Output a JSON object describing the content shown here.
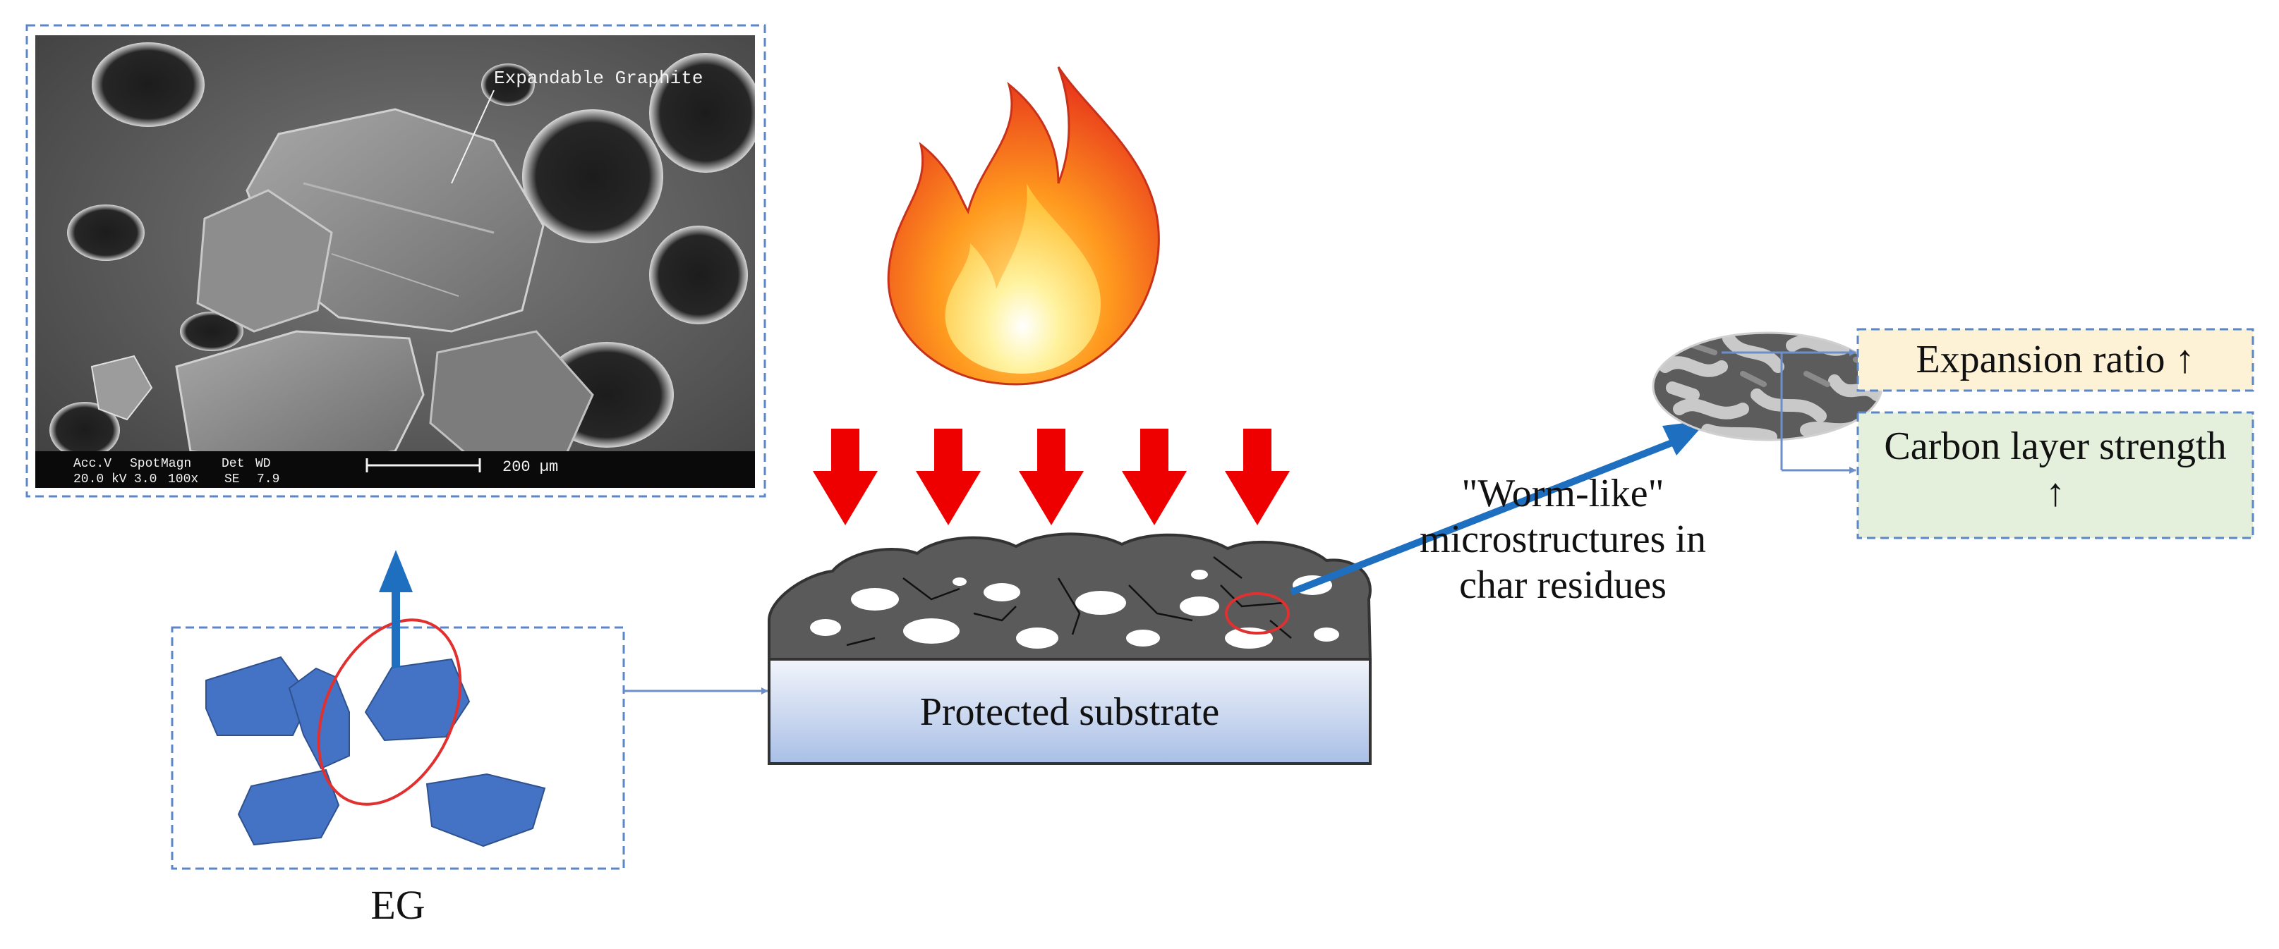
{
  "sem_image": {
    "annotation": "Expandable Graphite",
    "info_row1": [
      "Acc.V",
      "Spot",
      "Magn",
      "Det",
      "WD"
    ],
    "info_row2": [
      "20.0 kV",
      "3.0",
      "100x",
      "SE",
      "7.9"
    ],
    "scale_bar": "200 µm"
  },
  "eg_label": "EG",
  "substrate_label": "Protected substrate",
  "char_label": "\"Worm-like\" microstructures in char residues",
  "char_label_lines": [
    "\"Worm-like\"",
    "microstructures in",
    "char residues"
  ],
  "outcomes": [
    {
      "text": "Expansion ratio ↑",
      "fill": "#fdf2d6"
    },
    {
      "text": "Carbon layer strength ↑",
      "fill": "#e4f0dc"
    }
  ],
  "colors": {
    "dashed_border": "#5b86c8",
    "hexagon": "#4472c4",
    "highlight_ring": "#e03030",
    "heat_arrow": "#ee0000",
    "connector_arrow": "#1f6fc1",
    "thin_arrow": "#6c8fcb",
    "substrate_top": "#eef2fa",
    "substrate_bottom": "#a9bfe6",
    "char_layer": "#5a5a5a"
  },
  "icons": [
    "flame-icon",
    "heat-arrow-icon",
    "hexagon-flake-icon"
  ]
}
